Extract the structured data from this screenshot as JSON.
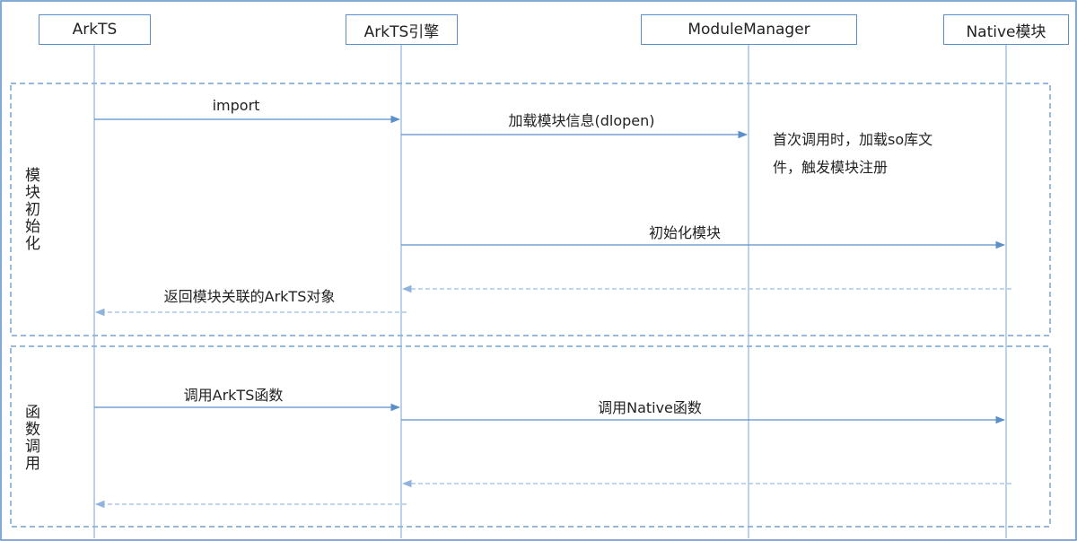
{
  "participants": [
    {
      "id": "arkts",
      "label": "ArkTS"
    },
    {
      "id": "engine",
      "label": "ArkTS引擎"
    },
    {
      "id": "module_manager",
      "label": "ModuleManager"
    },
    {
      "id": "native_module",
      "label": "Native模块"
    }
  ],
  "groups": [
    {
      "id": "init",
      "label": "模块初始化"
    },
    {
      "id": "call",
      "label": "函数调用"
    }
  ],
  "messages": [
    {
      "from": "arkts",
      "to": "engine",
      "label": "import",
      "style": "solid"
    },
    {
      "from": "engine",
      "to": "module_manager",
      "label": "加载模块信息(dlopen)",
      "style": "solid"
    },
    {
      "from": "engine",
      "to": "native_module",
      "label": "初始化模块",
      "style": "solid"
    },
    {
      "from": "native_module",
      "to": "engine",
      "label": "",
      "style": "dashed"
    },
    {
      "from": "engine",
      "to": "arkts",
      "label": "返回模块关联的ArkTS对象",
      "style": "dashed"
    },
    {
      "from": "arkts",
      "to": "engine",
      "label": "调用ArkTS函数",
      "style": "solid"
    },
    {
      "from": "engine",
      "to": "native_module",
      "label": "调用Native函数",
      "style": "solid"
    },
    {
      "from": "native_module",
      "to": "engine",
      "label": "",
      "style": "dashed"
    },
    {
      "from": "engine",
      "to": "arkts",
      "label": "",
      "style": "dashed"
    }
  ],
  "note": {
    "lines": [
      "首次调用时，加载so库文",
      "件，触发模块注册"
    ]
  },
  "colors": {
    "border": "#5b8fc9",
    "lifeline": "#8fb3de",
    "arrow": "#5b8fc9",
    "dashed_arrow": "#9cbde3",
    "text": "#222222"
  }
}
